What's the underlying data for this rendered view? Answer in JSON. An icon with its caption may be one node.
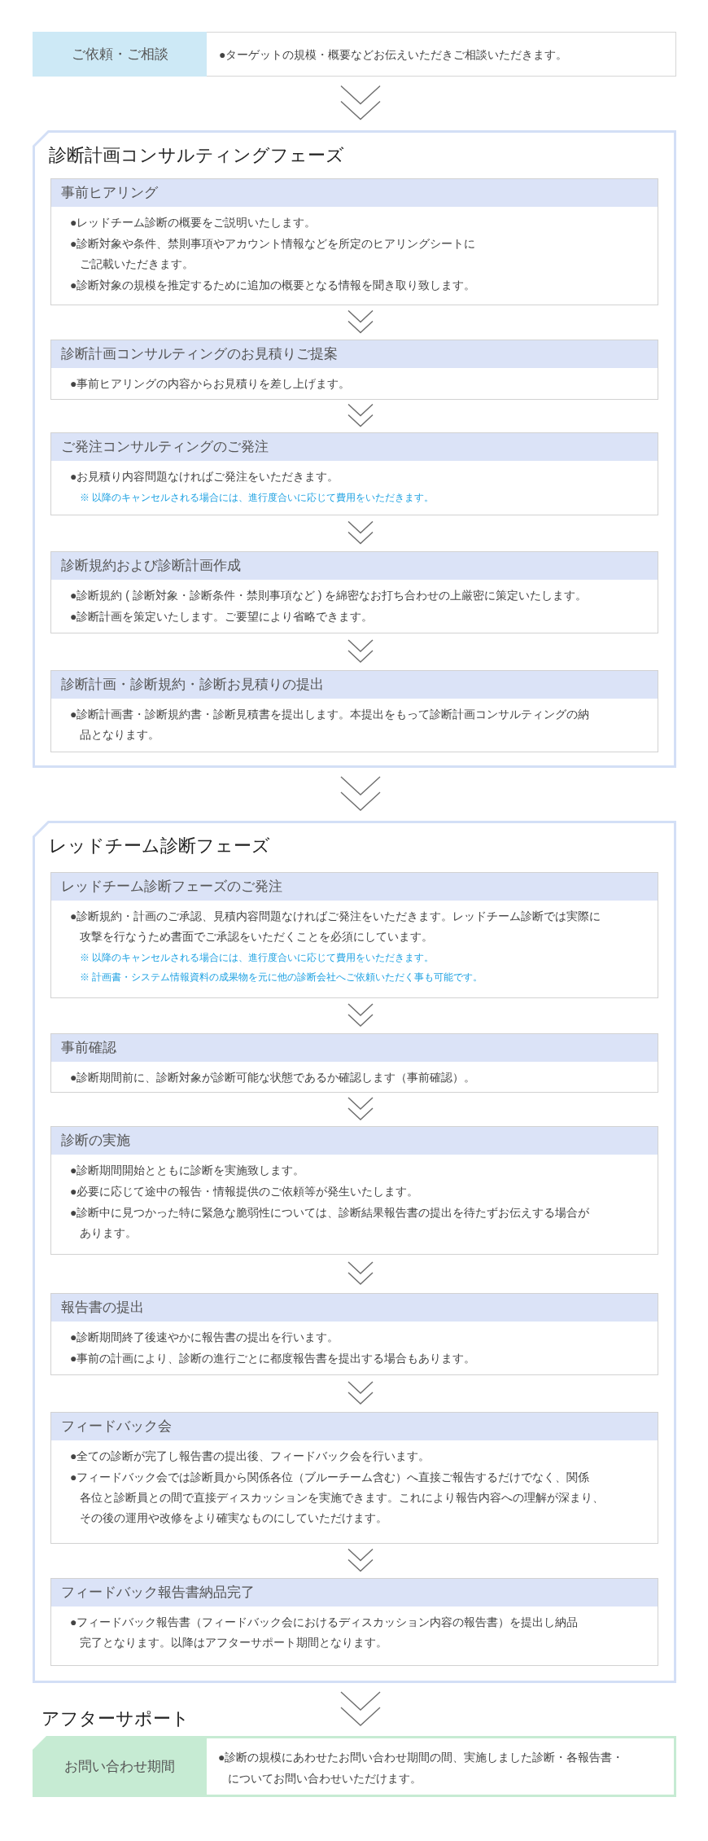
{
  "diagram": {
    "nodes": [
      {
        "text": [
          "ご依頼・ご相談",
          "●ターゲットの規模・概要などお伝えいただきご相談いただきます。"
        ]
      },
      {
        "text": [
          "診断計画コンサルティングフェーズ"
        ]
      },
      {
        "text": [
          "事前ヒアリング",
          "●レッドチーム診断の概要をご説明いたします。",
          "●診断対象や条件、禁則事項やアカウント情報などを所定のヒアリングシートにご記載いただきます。",
          "●診断対象の規模を推定するために追加の概要となる情報を聞き取り致します。"
        ],
        "in": 1
      },
      {
        "text": [
          "診断計画コンサルティングのお見積りご提案",
          "●事前ヒアリングの内容からお見積りを差し上げます。"
        ],
        "in": 1
      },
      {
        "text": [
          "ご発注コンサルティングのご発注",
          "●お見積り内容問題なければご発注をいただきます。",
          "※ 以降のキャンセルされる場合には、進行度合いに応じて費用をいただきます。"
        ],
        "in": 1
      },
      {
        "text": [
          "診断規約および診断計画作成",
          "●診断規約 ( 診断対象・診断条件・禁則事項など ) を綿密なお打ち合わせの上厳密に策定いたします。",
          "●診断計画を策定いたします。ご要望により省略できます。"
        ],
        "in": 1
      },
      {
        "text": [
          "診断計画・診断規約・診断お見積りの提出",
          "●診断計画書・診断規約書・診断見積書を提出します。本提出をもって診断計画コンサルティングの納品となります。"
        ],
        "in": 1
      },
      {
        "text": [
          "レッドチーム診断フェーズ"
        ]
      },
      {
        "text": [
          "レッドチーム診断フェーズのご発注",
          "●診断規約・計画のご承認、見積内容問題なければご発注をいただきます。レッドチーム診断では実際に攻撃を行なうため書面でご承認をいただくことを必須にしています。",
          "※ 以降のキャンセルされる場合には、進行度合いに応じて費用をいただきます。",
          "※ 計画書・システム情報資料の成果物を元に他の診断会社へご依頼いただく事も可能です。"
        ],
        "in": 7
      },
      {
        "text": [
          "事前確認",
          "●診断期間前に、診断対象が診断可能な状態であるか確認します（事前確認）。"
        ],
        "in": 7
      },
      {
        "text": [
          "診断の実施",
          "●診断期間開始とともに診断を実施致します。",
          "●必要に応じて途中の報告・情報提供のご依頼等が発生いたします。",
          "●診断中に見つかった特に緊急な脆弱性については、診断結果報告書の提出を待たずお伝えする場合があります。"
        ],
        "in": 7
      },
      {
        "text": [
          "報告書の提出",
          "●診断期間終了後速やかに報告書の提出を行います。",
          "●事前の計画により、診断の進行ごとに都度報告書を提出する場合もあります。"
        ],
        "in": 7
      },
      {
        "text": [
          "フィードバック会",
          "●全ての診断が完了し報告書の提出後、フィードバック会を行います。",
          "●フィードバック会では診断員から関係各位（ブルーチーム含む）へ直接ご報告するだけでなく、関係各位と診断員との間で直接ディスカッションを実施できます。これにより報告内容への理解が深まり、その後の運用や改修をより確実なものにしていただけます。"
        ],
        "in": 7
      },
      {
        "text": [
          "フィードバック報告書納品完了",
          "●フィードバック報告書（フィードバック会におけるディスカッション内容の報告書）を提出し納品完了となります。以降はアフターサポート期間となります。"
        ],
        "in": 7
      },
      {
        "text": [
          "アフターサポート",
          "お問い合わせ期間",
          "●診断の規模にあわせたお問い合わせ期間の間、実施しました診断・各報告書・についてお問い合わせいただけます。"
        ]
      }
    ],
    "edges": [
      {
        "from": 0,
        "to": 1,
        "arrow": "to"
      },
      {
        "from": 2,
        "to": 3,
        "arrow": "to"
      },
      {
        "from": 3,
        "to": 4,
        "arrow": "to"
      },
      {
        "from": 4,
        "to": 5,
        "arrow": "to"
      },
      {
        "from": 5,
        "to": 6,
        "arrow": "to"
      },
      {
        "from": 1,
        "to": 7,
        "arrow": "to"
      },
      {
        "from": 8,
        "to": 9,
        "arrow": "to"
      },
      {
        "from": 9,
        "to": 10,
        "arrow": "to"
      },
      {
        "from": 10,
        "to": 11,
        "arrow": "to"
      },
      {
        "from": 11,
        "to": 12,
        "arrow": "to"
      },
      {
        "from": 12,
        "to": 13,
        "arrow": "to"
      },
      {
        "from": 7,
        "to": 14,
        "arrow": "to"
      }
    ]
  }
}
